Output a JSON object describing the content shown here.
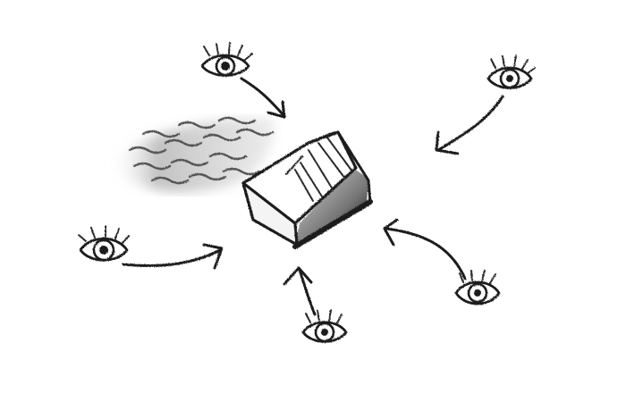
{
  "illustration": {
    "subject": "",
    "style": "",
    "ink_color": "#1c1c1c",
    "background_color": "#ffffff",
    "shade_color": "#9a9a9a",
    "observers": [
      {
        "id": "top-left",
        "icon": "eye-icon"
      },
      {
        "id": "top-right",
        "icon": "eye-icon"
      },
      {
        "id": "left",
        "icon": "eye-icon"
      },
      {
        "id": "bottom",
        "icon": "eye-icon"
      },
      {
        "id": "bottom-right",
        "icon": "eye-icon"
      }
    ],
    "center_object": {
      "icon": "greenhouse-box-icon"
    },
    "smudge": {
      "icon": "smoke-trail-icon"
    }
  }
}
